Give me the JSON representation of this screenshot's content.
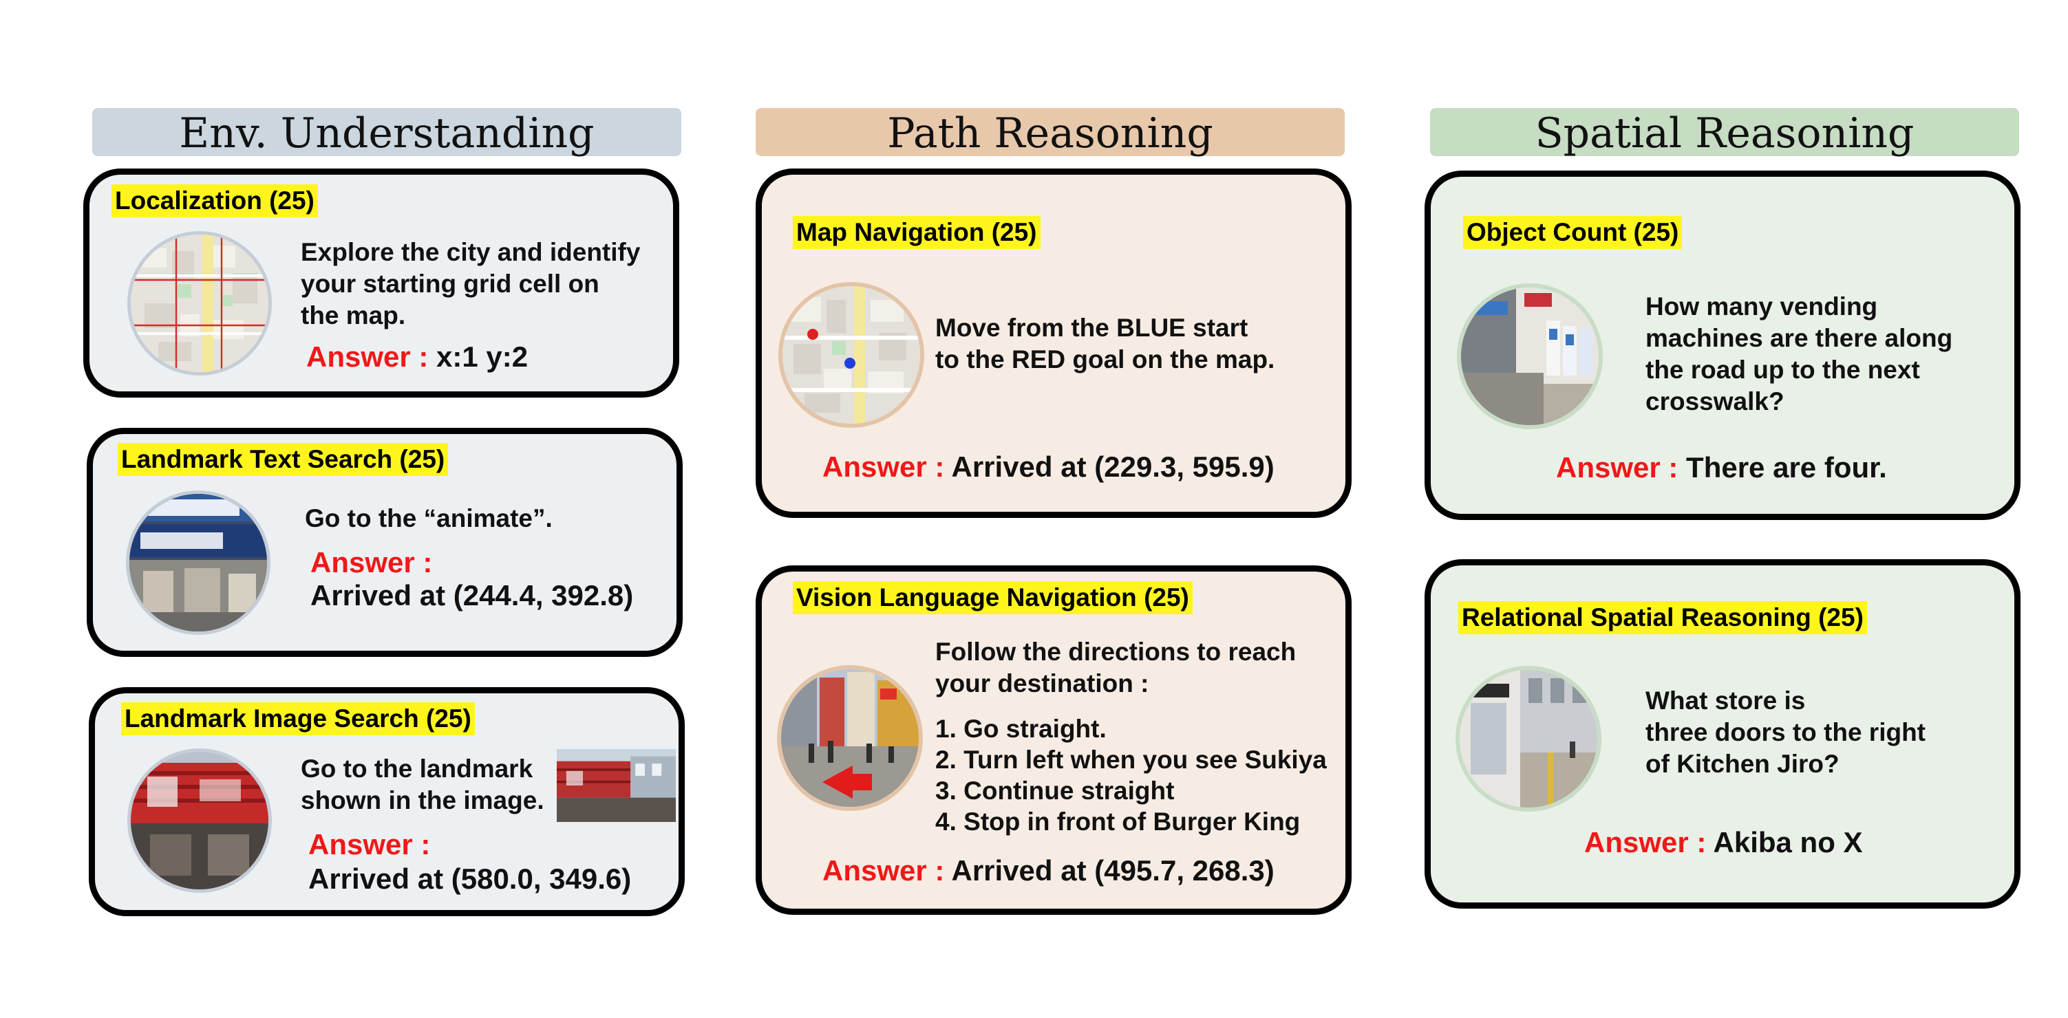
{
  "columns": {
    "env": {
      "title": "Env. Understanding",
      "color": "#cbd6df"
    },
    "path": {
      "title": "Path Reasoning",
      "color": "#e8c8ab"
    },
    "spatial": {
      "title": "Spatial Reasoning",
      "color": "#c6dcc3"
    }
  },
  "cards": {
    "localization": {
      "tag": "Localization (25)",
      "text": [
        "Explore the city and identify",
        "your starting grid cell on",
        "the map."
      ],
      "answer_label": "Answer :",
      "answer": "x:1 y:2"
    },
    "landmark_text": {
      "tag": "Landmark Text Search (25)",
      "text": "Go to the “animate”.",
      "answer_label": "Answer :",
      "answer": "Arrived at (244.4, 392.8)"
    },
    "landmark_image": {
      "tag": "Landmark Image Search (25)",
      "text": [
        "Go to the landmark",
        "shown in the image."
      ],
      "answer_label": "Answer :",
      "answer": "Arrived at (580.0, 349.6)"
    },
    "map_nav": {
      "tag": "Map Navigation (25)",
      "text": [
        "Move from the BLUE start",
        "to the RED goal on the map."
      ],
      "answer_label": "Answer :",
      "answer": "Arrived at (229.3, 595.9)"
    },
    "vln": {
      "tag": "Vision Language Navigation (25)",
      "text": [
        "Follow the directions to reach",
        "your destination :"
      ],
      "steps": [
        "1. Go straight.",
        "2. Turn left when you see Sukiya",
        "3. Continue straight",
        "4. Stop in front of Burger King"
      ],
      "answer_label": "Answer :",
      "answer": "Arrived at (495.7, 268.3)"
    },
    "object_count": {
      "tag": "Object Count (25)",
      "text": [
        "How many vending",
        "machines are there along",
        "the road up to the next",
        "crosswalk?"
      ],
      "answer_label": "Answer :",
      "answer": "There are four."
    },
    "relational": {
      "tag": "Relational Spatial Reasoning (25)",
      "text": [
        "What store is",
        "three doors to the right",
        "of Kitchen Jiro?"
      ],
      "answer_label": "Answer :",
      "answer": "Akiba no X"
    }
  }
}
